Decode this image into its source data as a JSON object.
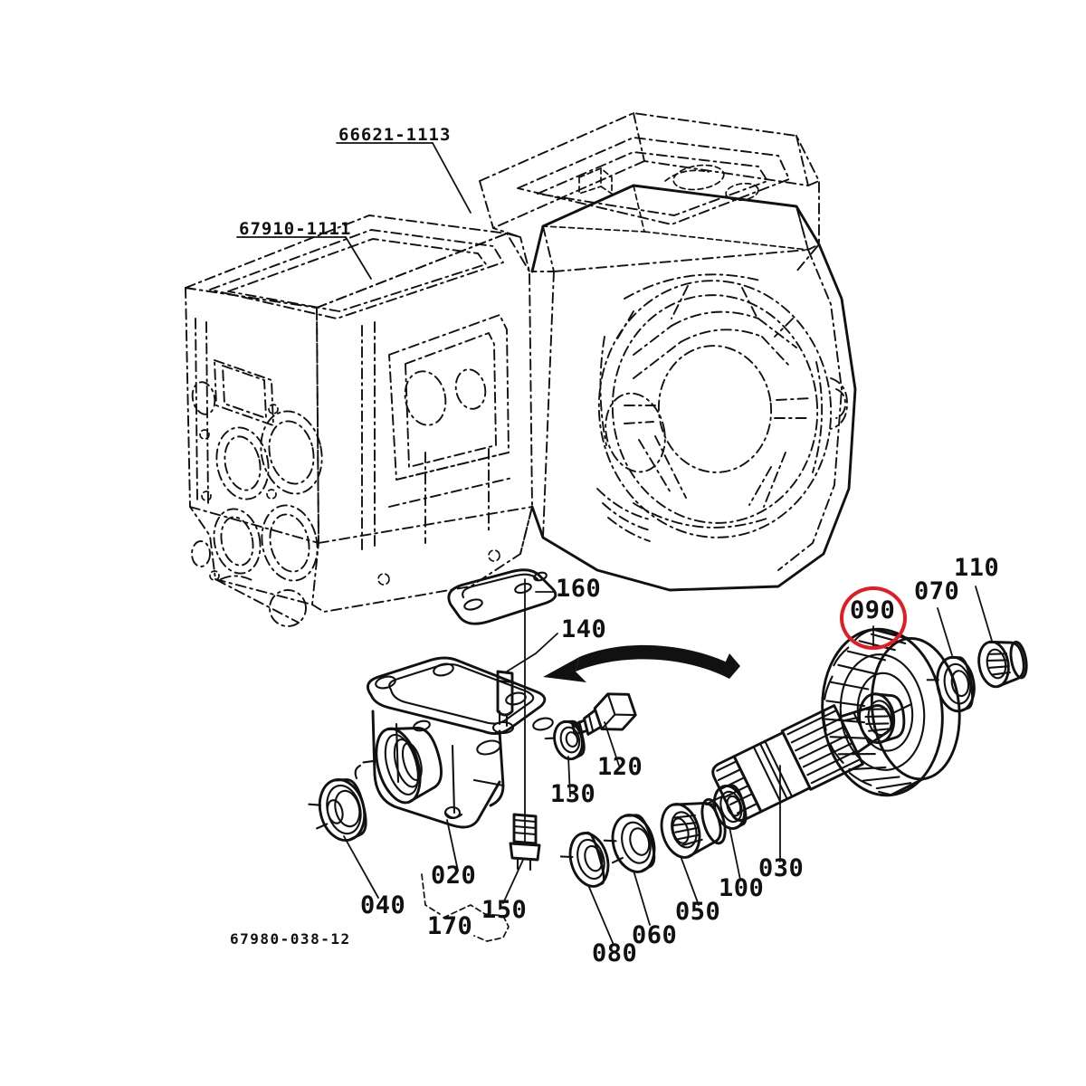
{
  "document": {
    "type": "exploded-parts-diagram",
    "drawing_number": "67980-038-12",
    "background_color": "#ffffff",
    "line_color": "#111111",
    "highlight_color": "#e31b23"
  },
  "assembly_part_numbers": [
    {
      "id": "pn-66621",
      "text": "66621-1113",
      "target": "transmission-case-upper"
    },
    {
      "id": "pn-67910",
      "text": "67910-1111",
      "target": "transmission-case"
    }
  ],
  "callouts": [
    {
      "id": "010",
      "text": "160",
      "part": "gasket",
      "highlighted": false
    },
    {
      "id": "020",
      "text": "140",
      "part": "dowel-pin",
      "highlighted": false
    },
    {
      "id": "030",
      "text": "120",
      "part": "hex-bolt",
      "highlighted": false
    },
    {
      "id": "040",
      "text": "130",
      "part": "washer",
      "highlighted": false
    },
    {
      "id": "050",
      "text": "040",
      "part": "oil-seal",
      "highlighted": false
    },
    {
      "id": "060",
      "text": "020",
      "part": "pto-cover-housing",
      "highlighted": false
    },
    {
      "id": "070",
      "text": "170",
      "part": "plug",
      "highlighted": false
    },
    {
      "id": "080",
      "text": "150",
      "part": "drain-bolt",
      "highlighted": false
    },
    {
      "id": "090",
      "text": "080",
      "part": "shim-ring",
      "highlighted": false
    },
    {
      "id": "100",
      "text": "060",
      "part": "collar",
      "highlighted": false
    },
    {
      "id": "110",
      "text": "050",
      "part": "ball-bearing",
      "highlighted": false
    },
    {
      "id": "120",
      "text": "100",
      "part": "thrust-washer",
      "highlighted": false
    },
    {
      "id": "130",
      "text": "030",
      "part": "pto-shaft",
      "highlighted": false
    },
    {
      "id": "140",
      "text": "090",
      "part": "pto-gear",
      "highlighted": true
    },
    {
      "id": "150",
      "text": "070",
      "part": "thrust-washer-rear",
      "highlighted": false
    },
    {
      "id": "160",
      "text": "110",
      "part": "needle-bearing",
      "highlighted": false
    }
  ],
  "annotations": {
    "assembly_arrow": "curved-arrow-pointing-left"
  },
  "footer": {
    "drawing_number": "67980-038-12"
  }
}
